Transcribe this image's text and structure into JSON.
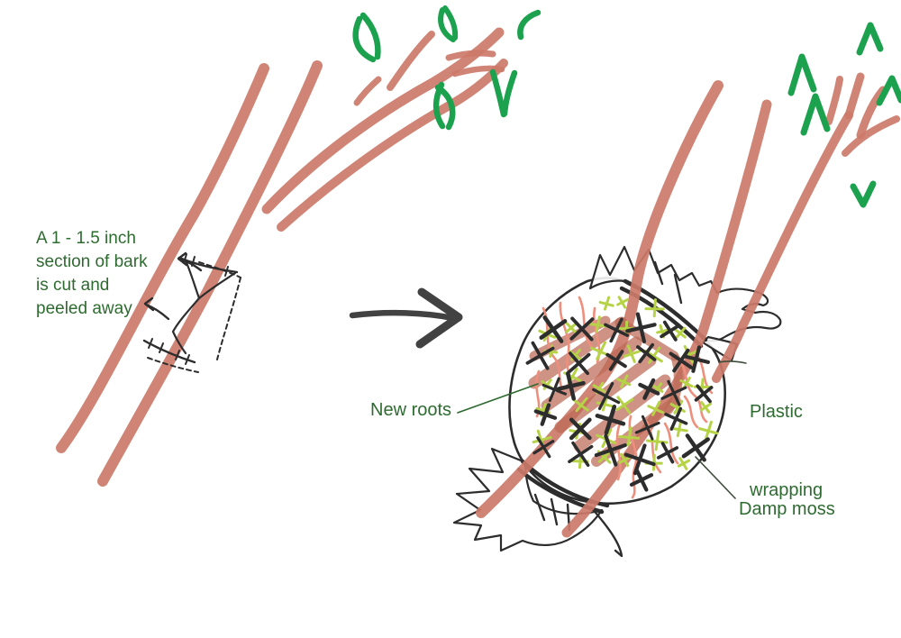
{
  "labels": {
    "bark_caption": {
      "lines": [
        "A 1 - 1.5 inch",
        "section of bark",
        "is cut and",
        "peeled away"
      ]
    },
    "new_roots": "New roots",
    "plastic_wrapping": {
      "lines": [
        "Plastic",
        "wrapping"
      ]
    },
    "damp_moss": "Damp moss"
  },
  "icons": {
    "transition_arrow": "right-arrow"
  },
  "colors": {
    "branch": "#cc7a69",
    "branch_dark": "#bb6a55",
    "root": "#ee8f7d",
    "leaf": "#1ca24e",
    "moss": "#b6d348",
    "ink": "#2d2d2d",
    "arrow": "#424242",
    "label": "#2e6b30",
    "pointer": "#3e4e3a"
  }
}
